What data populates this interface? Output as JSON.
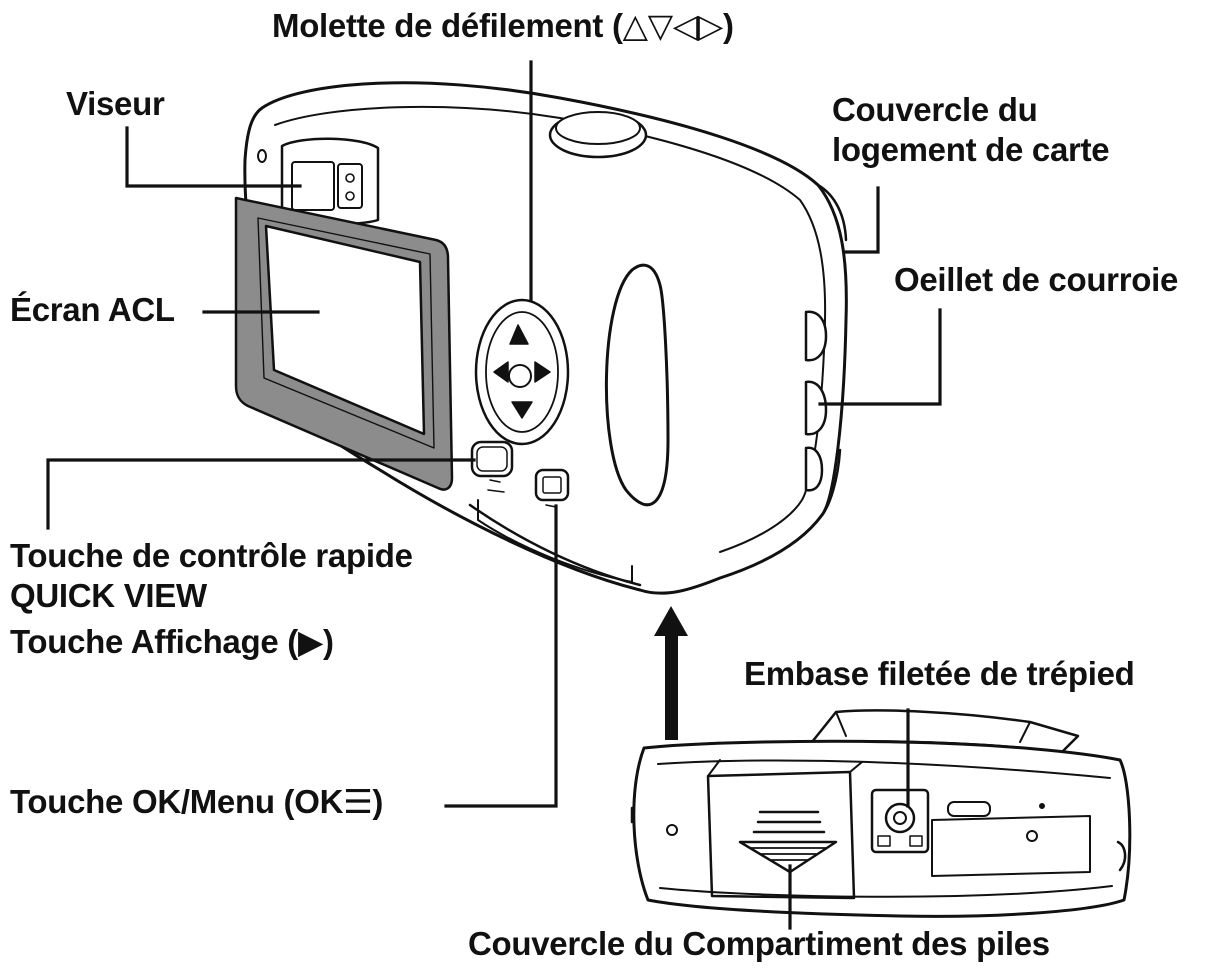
{
  "labels": {
    "scroll_wheel": "Molette de défilement (△▽◁▷)",
    "viewfinder": "Viseur",
    "card_cover_l1": "Couvercle du",
    "card_cover_l2": "logement de carte",
    "strap_eyelet": "Oeillet de courroie",
    "lcd": "Écran ACL",
    "quick_view_l1": "Touche de contrôle rapide",
    "quick_view_l2": "QUICK VIEW",
    "display_button": "Touche Affichage (▶)",
    "tripod": "Embase filetée de trépied",
    "ok_menu": "Touche OK/Menu (OK☰)",
    "battery_cover": "Couvercle du Compartiment des piles"
  },
  "colors": {
    "ink": "#111111",
    "background": "#ffffff",
    "lcd_bezel": "#8c8c8c"
  }
}
